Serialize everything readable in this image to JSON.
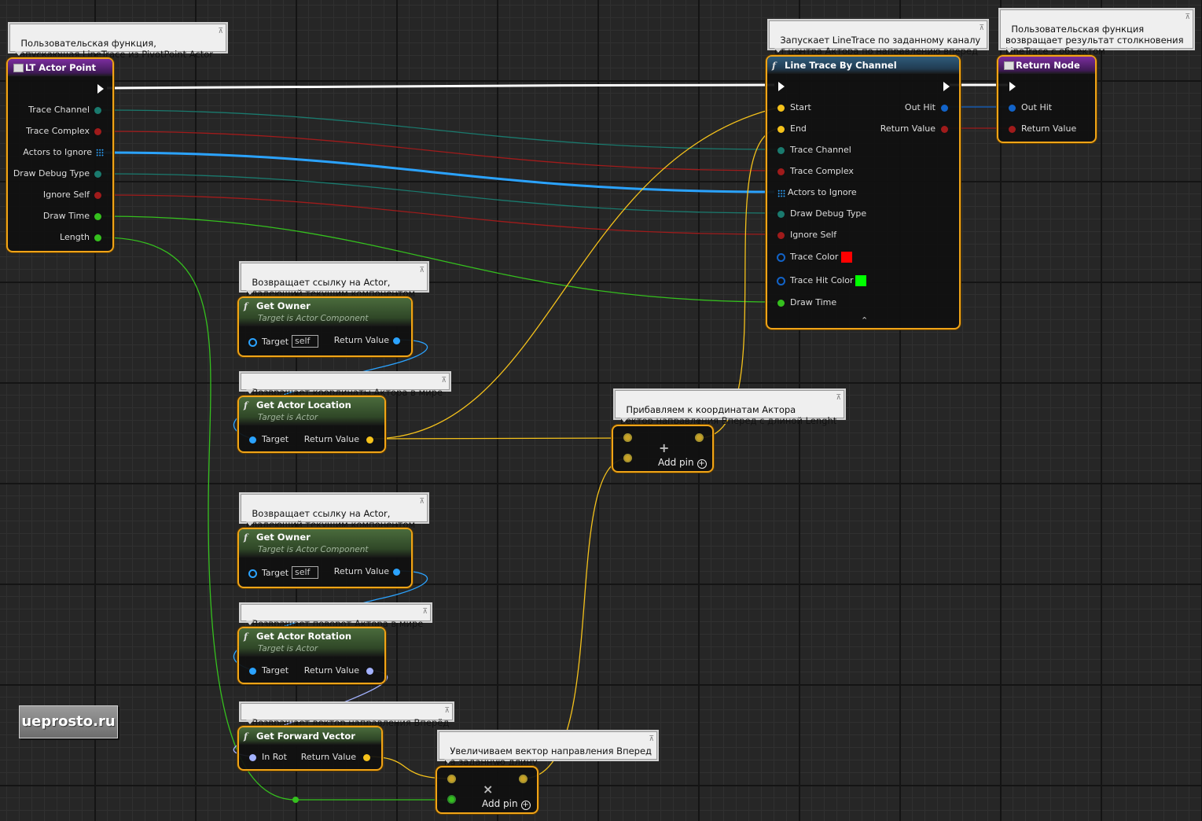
{
  "colors": {
    "node_border": "#f0a418",
    "exec": "#ffffff",
    "trace_channel": "#1a7a6e",
    "bool": "#a01b1b",
    "object": "#2ba3ff",
    "vector": "#f5c21b",
    "rotator": "#a3b2ff",
    "float": "#35c01e",
    "struct": "#1263c8",
    "trace_color": "#ff0000",
    "trace_hit_color": "#00ff00"
  },
  "comments": {
    "lt_actor_point": "Пользовательская функция,\nзапускающая LineTrace из PivotPoint Actor",
    "line_trace": "Запускает LineTrace по заданному каналу\nот центра Актора по направлению вперед",
    "return_node": "Пользовательская функция\nвозвращает результат столкновения\nLineTrace с объектом",
    "get_owner_1": "Возвращает ссылку на Actor,\nвладеющий текущим компонентом",
    "get_actor_location": "Возвращает координаты Актора в мире",
    "add": "Прибавляем к координатам Актора\nвектор направления Вперед с длиной Lenght",
    "get_owner_2": "Возвращает ссылку на Actor,\nвладеющий текущим компонентом",
    "get_actor_rotation": "Возвращает поворот Актора в мире",
    "get_forward_vector": "Возвращает вектор направления Вперёд",
    "multiply": "Увеличиваем вектор направления Вперед\nна заданную длину"
  },
  "nodes": {
    "lt_actor_point": {
      "title": "LT Actor Point",
      "outputs": [
        "Trace Channel",
        "Trace Complex",
        "Actors to Ignore",
        "Draw Debug Type",
        "Ignore Self",
        "Draw Time",
        "Length"
      ]
    },
    "line_trace": {
      "title": "Line Trace By Channel",
      "inputs": [
        "Start",
        "End",
        "Trace Channel",
        "Trace Complex",
        "Actors to Ignore",
        "Draw Debug Type",
        "Ignore Self",
        "Trace Color",
        "Trace Hit Color",
        "Draw Time"
      ],
      "outputs": [
        "Out Hit",
        "Return Value"
      ]
    },
    "return_node": {
      "title": "Return Node",
      "inputs": [
        "Out Hit",
        "Return Value"
      ]
    },
    "get_owner_1": {
      "title": "Get Owner",
      "subtitle": "Target is Actor Component",
      "target": "Target",
      "self": "self",
      "return": "Return Value"
    },
    "get_actor_location": {
      "title": "Get Actor Location",
      "subtitle": "Target is Actor",
      "target": "Target",
      "return": "Return Value"
    },
    "add": {
      "add_pin": "Add pin",
      "symbol": "+"
    },
    "get_owner_2": {
      "title": "Get Owner",
      "subtitle": "Target is Actor Component",
      "target": "Target",
      "self": "self",
      "return": "Return Value"
    },
    "get_actor_rotation": {
      "title": "Get Actor Rotation",
      "subtitle": "Target is Actor",
      "target": "Target",
      "return": "Return Value"
    },
    "get_forward_vector": {
      "title": "Get Forward Vector",
      "in": "In Rot",
      "return": "Return Value"
    },
    "multiply": {
      "add_pin": "Add pin",
      "symbol": "×"
    }
  },
  "watermark": "ueprosto.ru"
}
